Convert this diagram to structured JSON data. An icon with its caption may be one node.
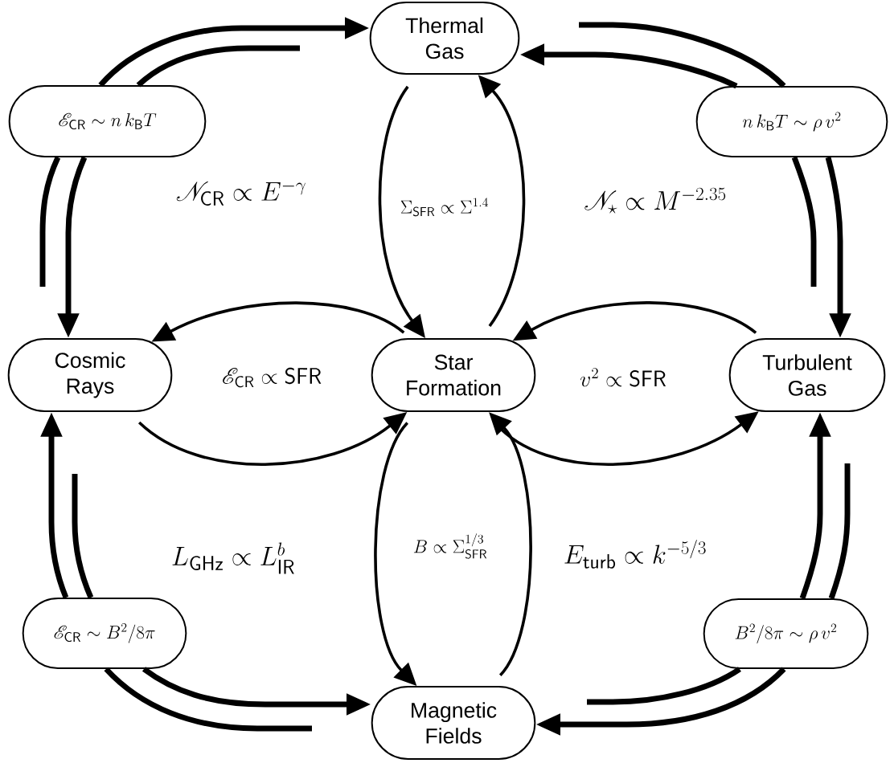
{
  "diagram": {
    "nodes": [
      {
        "text": [
          "Thermal Gas"
        ]
      },
      {
        "text": [
          "\\mathscr{E}_{\\mathsf{CR}} \\sim n\\,k_{\\mathsf{B}}T"
        ]
      },
      {
        "text": [
          "n\\,k_{\\mathsf{B}}T \\sim \\rho\\,v^{2}"
        ]
      },
      {
        "text": [
          "Cosmic Rays"
        ]
      },
      {
        "text": [
          "Star Formation"
        ]
      },
      {
        "text": [
          "Turbulent Gas"
        ]
      },
      {
        "text": [
          "\\mathscr{E}_{\\mathsf{CR}} \\sim B^{2}/8\\pi"
        ]
      },
      {
        "text": [
          "B^{2}/8\\pi \\sim \\rho\\,v^{2}"
        ]
      },
      {
        "text": [
          "Magnetic Fields"
        ]
      }
    ],
    "edges": [
      {
        "from": 1,
        "to": 0,
        "arrow": "to"
      },
      {
        "from": 1,
        "to": null,
        "arrow": "none"
      },
      {
        "from": 1,
        "to": 3,
        "arrow": "to"
      },
      {
        "from": 1,
        "to": null,
        "arrow": "none"
      },
      {
        "from": 2,
        "to": 0,
        "arrow": "to"
      },
      {
        "from": 2,
        "to": null,
        "arrow": "none"
      },
      {
        "from": 2,
        "to": 5,
        "arrow": "to"
      },
      {
        "from": 2,
        "to": null,
        "arrow": "none"
      },
      {
        "from": 6,
        "to": 3,
        "arrow": "to"
      },
      {
        "from": 6,
        "to": null,
        "arrow": "none"
      },
      {
        "from": 6,
        "to": 8,
        "arrow": "to"
      },
      {
        "from": 6,
        "to": null,
        "arrow": "none"
      },
      {
        "from": 7,
        "to": 5,
        "arrow": "to"
      },
      {
        "from": 7,
        "to": null,
        "arrow": "none"
      },
      {
        "from": 7,
        "to": 8,
        "arrow": "to"
      },
      {
        "from": 7,
        "to": null,
        "arrow": "none"
      },
      {
        "from": 0,
        "to": 4,
        "arrow": "to"
      },
      {
        "from": 4,
        "to": 0,
        "arrow": "to"
      },
      {
        "from": 4,
        "to": 3,
        "arrow": "to"
      },
      {
        "from": 3,
        "to": 4,
        "arrow": "to"
      },
      {
        "from": 5,
        "to": 4,
        "arrow": "to"
      },
      {
        "from": 4,
        "to": 5,
        "arrow": "to"
      },
      {
        "from": 4,
        "to": 8,
        "arrow": "to"
      },
      {
        "from": 8,
        "to": 4,
        "arrow": "to"
      }
    ],
    "labels": [
      "\\mathscr{N}_{\\mathsf{CR}} \\propto E^{-\\gamma}",
      "\\Sigma_{\\mathsf{SFR}} \\propto \\Sigma^{1.4}",
      "\\mathscr{N}_{\\star} \\propto M^{-2.35}",
      "\\mathscr{E}_{\\mathsf{CR}} \\propto \\mathsf{SFR}",
      "v^{2} \\propto \\mathsf{SFR}",
      "L_{\\mathsf{GHz}} \\propto L^{b}_{\\mathsf{IR}}",
      "B \\propto \\Sigma^{1/3}_{\\mathsf{SFR}}",
      "E_{\\mathsf{turb}} \\propto k^{-5/3}"
    ]
  }
}
